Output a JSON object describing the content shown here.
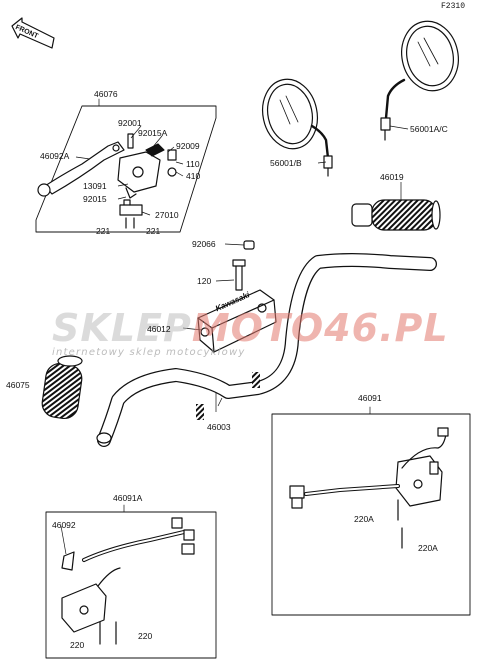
{
  "diagram_code": "F2310",
  "front_arrow_text": "FRONT",
  "watermark": {
    "brand_left": "SKLEP",
    "brand_right": "MOTO46.PL",
    "tagline": "internetowy sklep motocyklowy"
  },
  "embossed_text": "Kawasaki",
  "labels": {
    "l46076": "46076",
    "l92001": "92001",
    "l92015a": "92015A",
    "l92009": "92009",
    "l46092a": "46092A",
    "l110": "110",
    "l410": "410",
    "l13091": "13091",
    "l92015": "92015",
    "l27010": "27010",
    "l221a": "221",
    "l221b": "221",
    "l56001ac": "56001A/C",
    "l56001b": "56001/B",
    "l46019": "46019",
    "l92066": "92066",
    "l120": "120",
    "l46012": "46012",
    "l46075": "46075",
    "l46003": "46003",
    "l46091": "46091",
    "l220a1": "220A",
    "l220a2": "220A",
    "l46091a": "46091A",
    "l46092": "46092",
    "l220": "220",
    "l220b": "220"
  }
}
